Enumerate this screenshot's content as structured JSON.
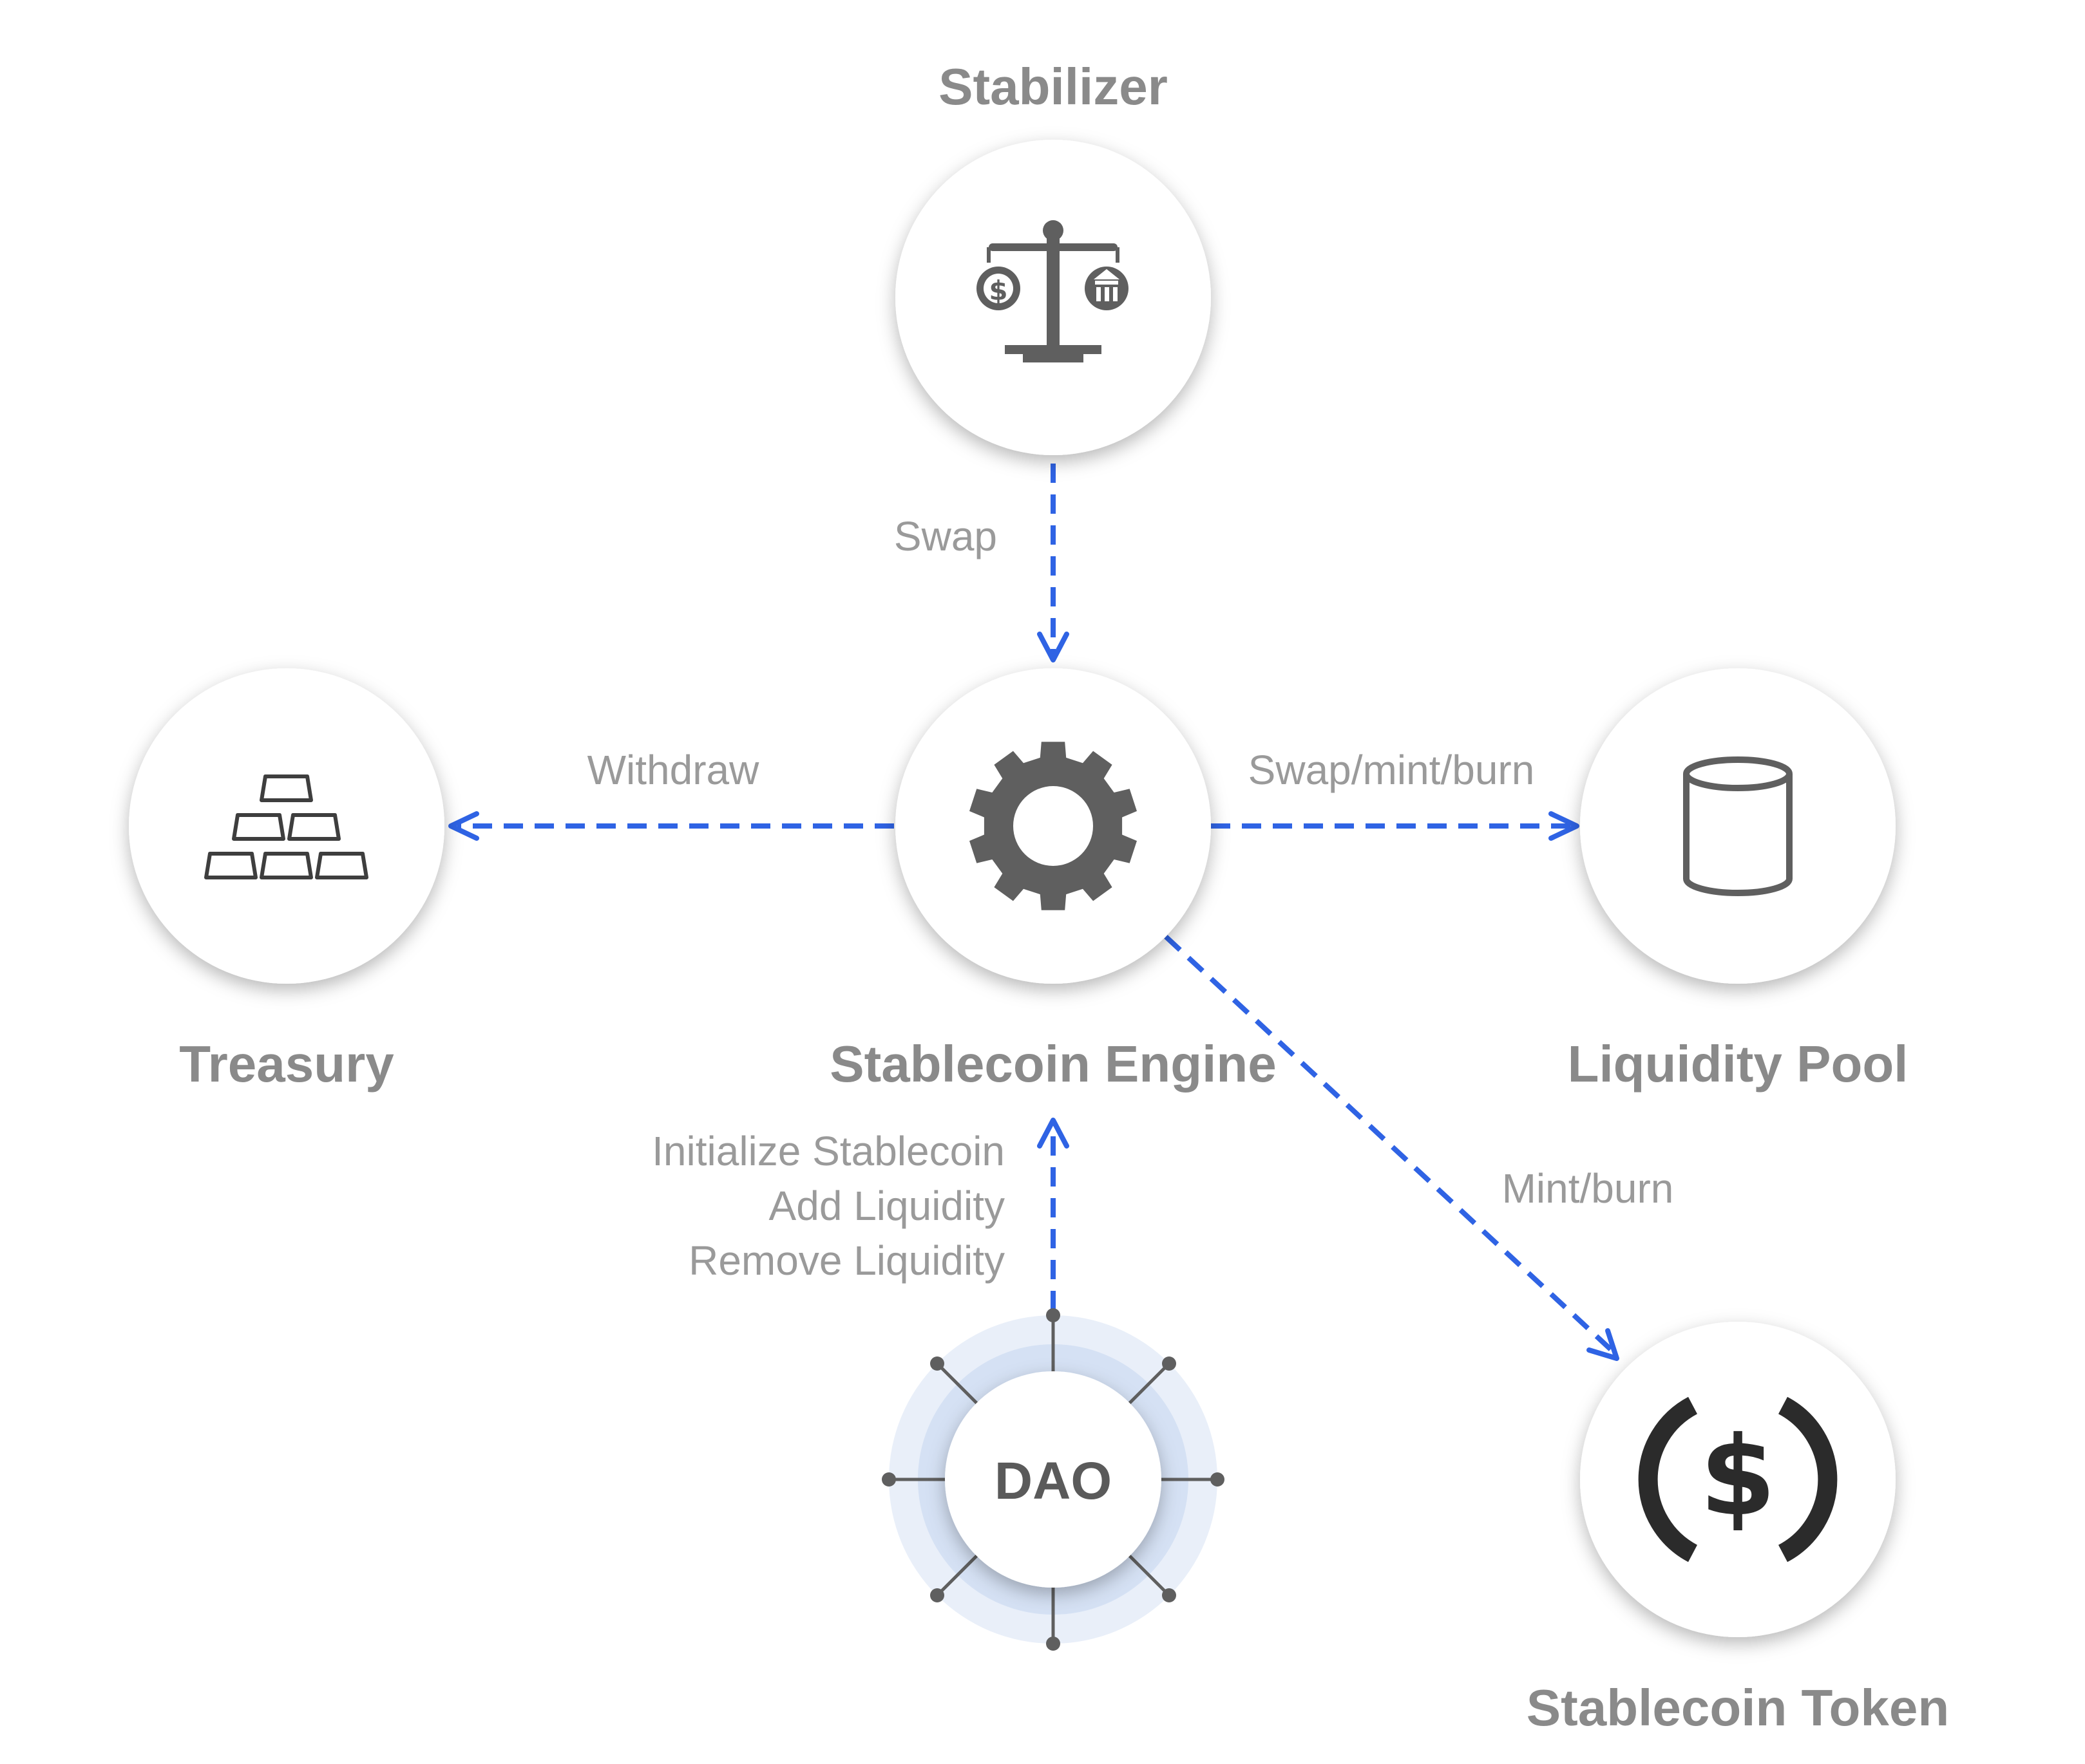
{
  "nodes": {
    "stabilizer": {
      "title": "Stabilizer",
      "icon": "balance-scale-icon"
    },
    "engine": {
      "title": "Stablecoin Engine",
      "icon": "gear-icon"
    },
    "treasury": {
      "title": "Treasury",
      "icon": "gold-bars-icon"
    },
    "liquidity_pool": {
      "title": "Liquidity Pool",
      "icon": "database-cylinder-icon"
    },
    "token": {
      "title": "Stablecoin Token",
      "icon": "dollar-coin-icon"
    },
    "dao": {
      "title": "DAO",
      "icon": "network-hub-icon"
    }
  },
  "edges": {
    "stabilizer_to_engine": "Swap",
    "engine_to_treasury": "Withdraw",
    "engine_to_pool": "Swap/mint/burn",
    "engine_to_token": "Mint/burn",
    "dao_to_engine": [
      "Initialize Stablecoin",
      "Add Liquidity",
      "Remove Liquidity"
    ]
  },
  "colors": {
    "edge": "#2f63e4",
    "title": "#8a8a8a",
    "label": "#9a9a9a",
    "icon": "#5f5f5f",
    "dao_ring": "#dbe6f8"
  }
}
